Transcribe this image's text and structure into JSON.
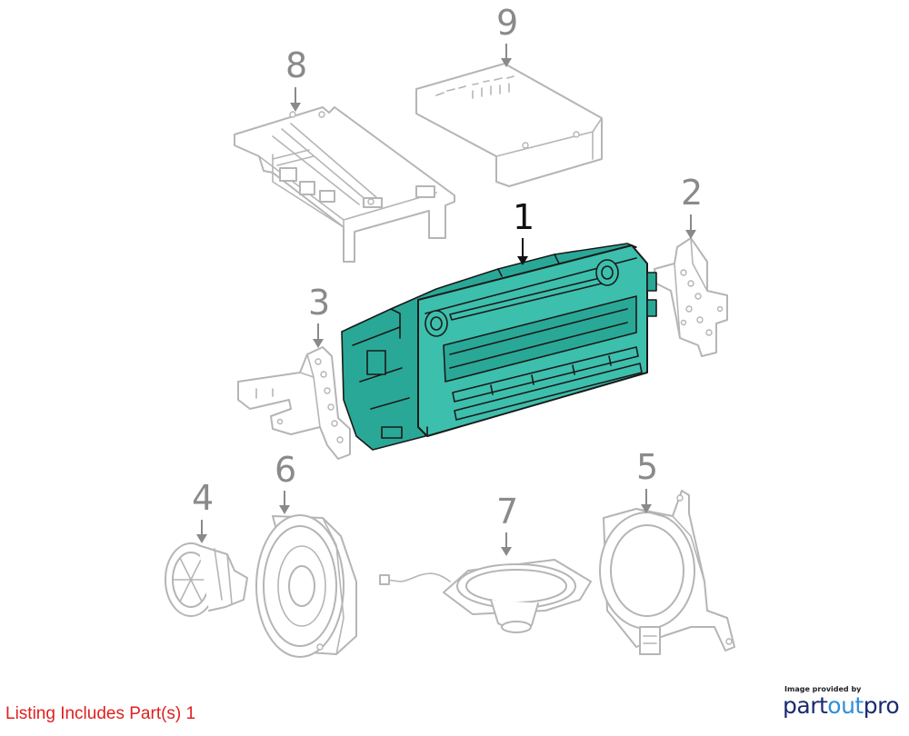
{
  "diagram": {
    "highlight_color": "#3dbfad",
    "callouts": [
      {
        "id": "1",
        "label": "1",
        "highlighted": true
      },
      {
        "id": "2",
        "label": "2",
        "highlighted": false
      },
      {
        "id": "3",
        "label": "3",
        "highlighted": false
      },
      {
        "id": "4",
        "label": "4",
        "highlighted": false
      },
      {
        "id": "5",
        "label": "5",
        "highlighted": false
      },
      {
        "id": "6",
        "label": "6",
        "highlighted": false
      },
      {
        "id": "7",
        "label": "7",
        "highlighted": false
      },
      {
        "id": "8",
        "label": "8",
        "highlighted": false
      },
      {
        "id": "9",
        "label": "9",
        "highlighted": false
      }
    ]
  },
  "footer": {
    "listing_text": "Listing Includes Part(s) 1",
    "listing_color": "#e02020"
  },
  "logo": {
    "caption": "Image provided by",
    "word_part": "part",
    "word_out": "out",
    "word_pro": "pro",
    "colors": {
      "navy": "#1a2b6e",
      "blue": "#2f8fd6"
    }
  }
}
